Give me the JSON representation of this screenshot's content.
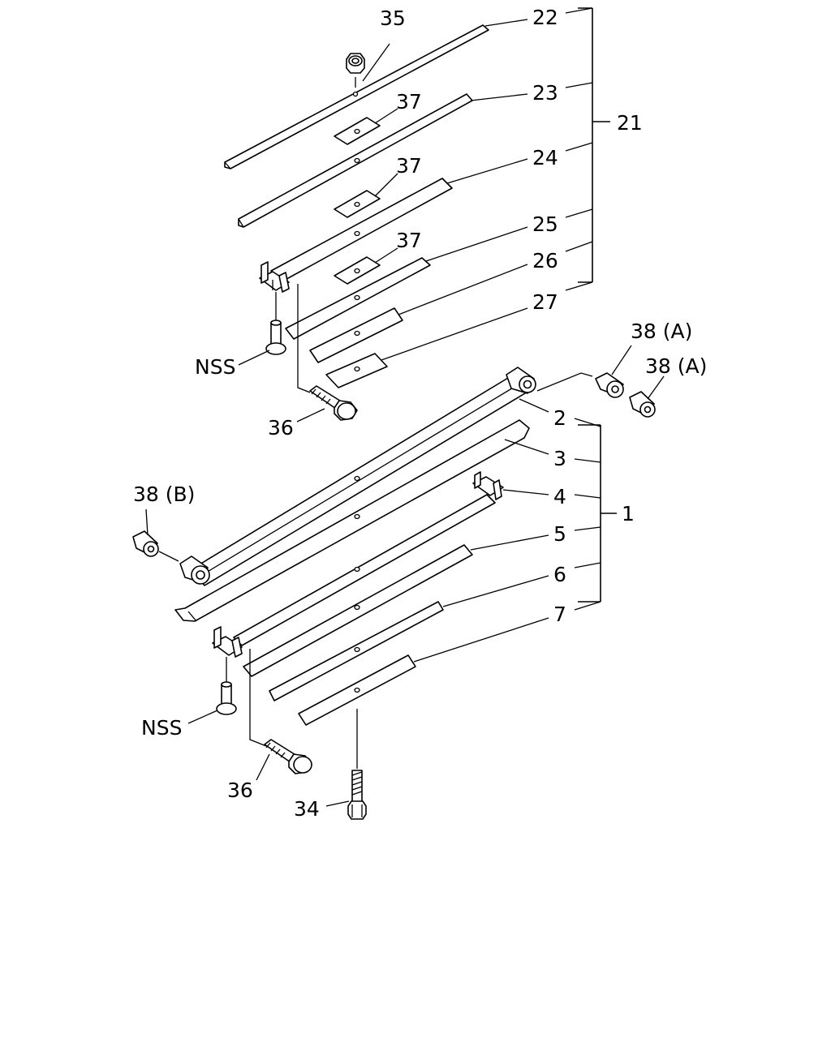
{
  "callouts": {
    "c22": "22",
    "c23": "23",
    "c24": "24",
    "c25": "25",
    "c26": "26",
    "c27": "27",
    "c21": "21",
    "c35": "35",
    "c37a": "37",
    "c37b": "37",
    "c37c": "37",
    "c38a1": "38 (A)",
    "c38a2": "38 (A)",
    "c38b": "38 (B)",
    "c2": "2",
    "c3": "3",
    "c4": "4",
    "c5": "5",
    "c6": "6",
    "c7": "7",
    "c1": "1",
    "c36a": "36",
    "c36b": "36",
    "nss1": "NSS",
    "nss2": "NSS",
    "c34": "34"
  }
}
